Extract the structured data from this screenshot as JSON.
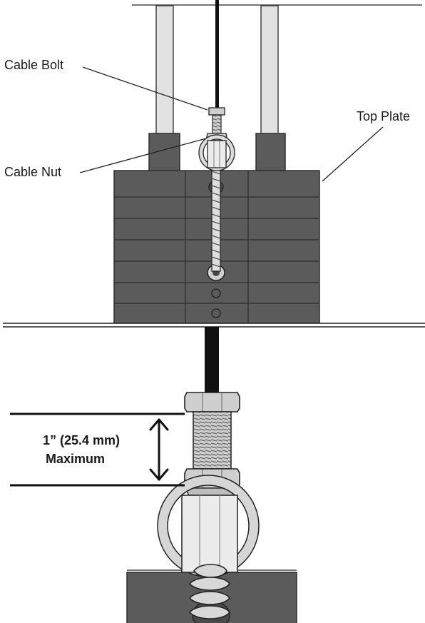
{
  "labels": {
    "cable_bolt": "Cable Bolt",
    "cable_nut": "Cable Nut",
    "top_plate": "Top Plate",
    "measure_line1": "1” (25.4 mm)",
    "measure_line2": "Maximum"
  },
  "colors": {
    "plate": "#5b5b5b",
    "plate_line": "#2e2e2e",
    "guide_rod": "#e2e2e2",
    "cable": "#111111",
    "hardware": "#cfcfcf",
    "outline": "#222222"
  }
}
